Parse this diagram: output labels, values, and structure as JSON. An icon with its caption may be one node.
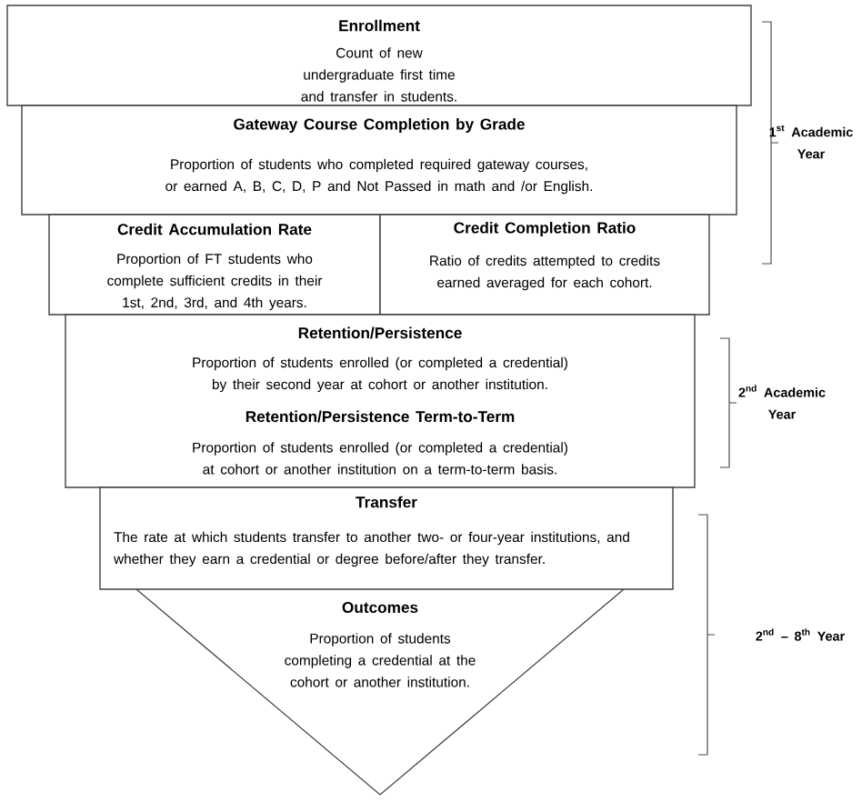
{
  "diagram": {
    "nodes": [
      {
        "text": [
          "Enrollment",
          "Count of new undergraduate first time and transfer in students."
        ]
      },
      {
        "text": [
          "Gateway Course Completion by Grade",
          "Proportion of students who completed required gateway courses, or earned A, B, C, D, P and Not Passed in math and /or English."
        ]
      },
      {
        "text": [
          "Credit Accumulation Rate",
          "Proportion of FT students who complete sufficient credits in their 1st, 2nd, 3rd, and 4th years."
        ]
      },
      {
        "text": [
          "Credit Completion Ratio",
          "Ratio of credits attempted to credits earned averaged for each cohort."
        ]
      },
      {
        "text": [
          "Retention/Persistence",
          "Proportion of students enrolled (or completed a credential) by their second year at cohort or another institution.",
          "Retention/Persistence Term-to-Term",
          "Proportion of students enrolled (or completed a credential) at cohort or another institution on a term-to-term basis."
        ]
      },
      {
        "text": [
          "Transfer",
          "The rate at which students transfer to another two- or four-year institutions, and whether they earn a credential or degree before/after they transfer."
        ]
      },
      {
        "text": [
          "Outcomes",
          "Proportion of students completing a credential at the cohort or another institution."
        ]
      }
    ],
    "labels": [
      "1$^{st}$ Academic Year",
      "2$^{nd}$ Academic Year",
      "2$^{nd}$ – 8$^{th}$ Year"
    ]
  }
}
